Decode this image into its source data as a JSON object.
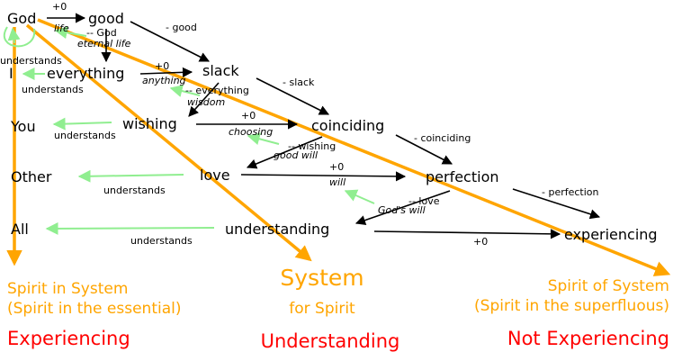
{
  "colors": {
    "black": "#000000",
    "orange": "#ffa500",
    "green": "#90ee90",
    "red": "#ff0000"
  },
  "nodes": {
    "god": "God",
    "good": "good",
    "i": "I",
    "everything": "everything",
    "slack": "slack",
    "you": "You",
    "wishing": "wishing",
    "coinciding": "coinciding",
    "other": "Other",
    "love": "love",
    "perfection": "perfection",
    "all": "All",
    "understanding": "understanding",
    "experiencing": "experiencing"
  },
  "edge_labels": {
    "plus0": "+0",
    "life": "life",
    "minus_god": "-- God",
    "eternal_life": "eternal life",
    "understands": "understands",
    "anything": "anything",
    "minus_everything": "-- everything",
    "wisdom": "wisdom",
    "choosing": "choosing",
    "minus_wishing": "-- wishing",
    "good_will": "good  will",
    "will": "will",
    "minus_love": "-- love",
    "gods_will": "God's will",
    "minus_good": "- good",
    "minus_slack": "- slack",
    "minus_coinciding": "- coinciding",
    "minus_perfection": "- perfection"
  },
  "bottom": {
    "left_title": "Spirit in System",
    "left_sub": "(Spirit in the essential)",
    "left_status": "Experiencing",
    "mid_title": "System",
    "mid_sub": "for Spirit",
    "mid_status": "Understanding",
    "right_title": "Spirit of System",
    "right_sub": "(Spirit in the superfluous)",
    "right_status": "Not Experiencing"
  }
}
